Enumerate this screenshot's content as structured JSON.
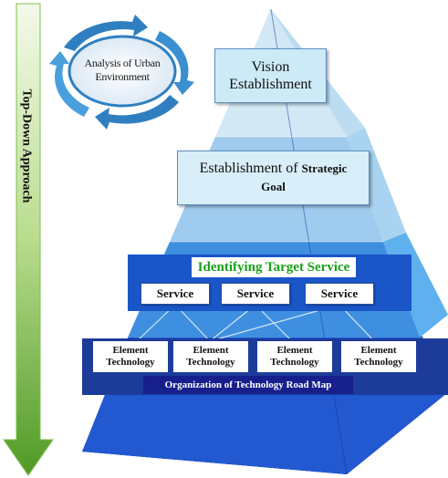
{
  "approach": {
    "label": "Top-Down Approach"
  },
  "analysis": {
    "line1": "Analysis of Urban",
    "line2": "Environment"
  },
  "vision": {
    "line1": "Vision",
    "line2": "Establishment"
  },
  "strategic": {
    "line1": "Establishment of",
    "line1b": "Strategic",
    "line2": "Goal"
  },
  "target": {
    "title": "Identifying Target Service",
    "services": [
      "Service",
      "Service",
      "Service"
    ]
  },
  "elements": {
    "items": [
      {
        "line1": "Element",
        "line2": "Technology"
      },
      {
        "line1": "Element",
        "line2": "Technology"
      },
      {
        "line1": "Element",
        "line2": "Technology"
      },
      {
        "line1": "Element",
        "line2": "Technology"
      }
    ],
    "roadmap": "Organization of Technology Road Map"
  },
  "colors": {
    "arrow_green": "#5aa62c",
    "pyramid_light": "#cfe6f5",
    "pyramid_mid": "#4b9fe0",
    "pyramid_dark": "#1b4fc4",
    "cycle_blue": "#2f7fc0"
  }
}
